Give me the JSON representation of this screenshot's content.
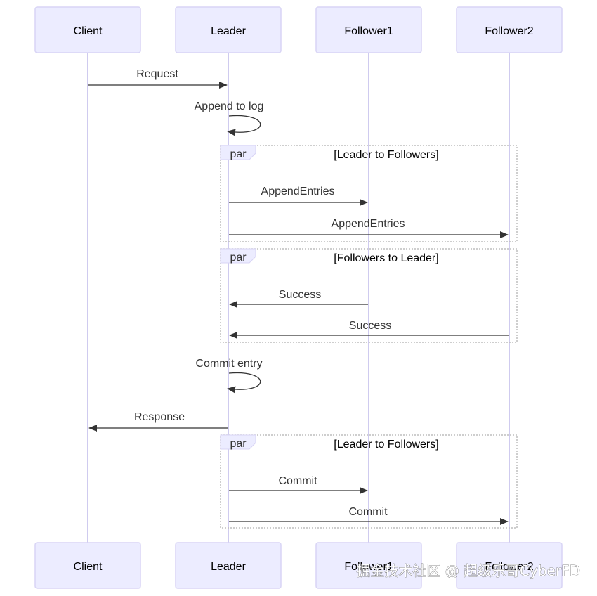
{
  "participants": [
    {
      "id": "client",
      "label": "Client"
    },
    {
      "id": "leader",
      "label": "Leader"
    },
    {
      "id": "follower1",
      "label": "Follower1"
    },
    {
      "id": "follower2",
      "label": "Follower2"
    }
  ],
  "messages": [
    {
      "from": "client",
      "to": "leader",
      "label": "Request"
    },
    {
      "from": "leader",
      "to": "leader",
      "label": "Append to log"
    },
    {
      "from": "leader",
      "to": "follower1",
      "label": "AppendEntries"
    },
    {
      "from": "leader",
      "to": "follower2",
      "label": "AppendEntries"
    },
    {
      "from": "follower1",
      "to": "leader",
      "label": "Success"
    },
    {
      "from": "follower2",
      "to": "leader",
      "label": "Success"
    },
    {
      "from": "leader",
      "to": "leader",
      "label": "Commit entry"
    },
    {
      "from": "leader",
      "to": "client",
      "label": "Response"
    },
    {
      "from": "leader",
      "to": "follower1",
      "label": "Commit"
    },
    {
      "from": "leader",
      "to": "follower2",
      "label": "Commit"
    }
  ],
  "frames": [
    {
      "kind": "par",
      "condition": "[Leader to Followers]"
    },
    {
      "kind": "par",
      "condition": "[Followers to Leader]"
    },
    {
      "kind": "par",
      "condition": "[Leader to Followers]"
    }
  ],
  "watermark": "掘金技术社区 @ 超级乐哥CyberFD",
  "colors": {
    "actor_fill": "#ECECFF",
    "actor_stroke": "#D8D4F5",
    "lifeline": "#CFCBEF",
    "message": "#333333",
    "frame_border": "#BDBDBD"
  }
}
